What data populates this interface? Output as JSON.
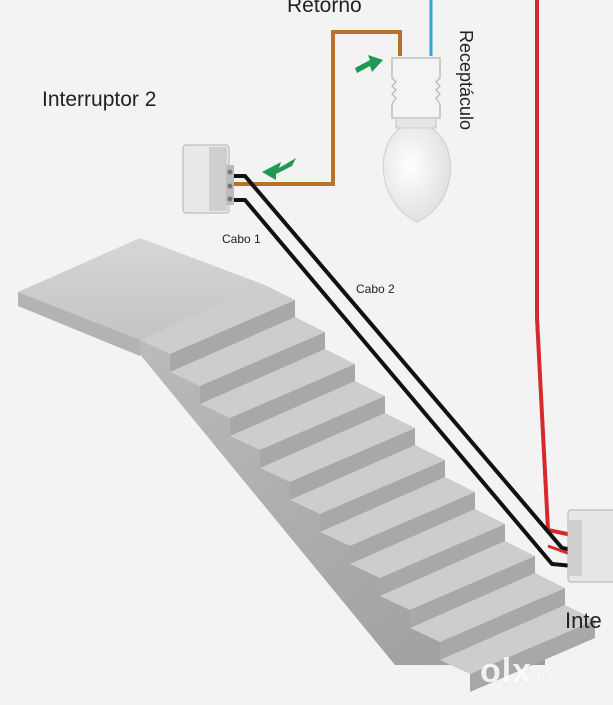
{
  "labels": {
    "retorno": "Retorno",
    "interruptor_2": "Interruptor 2",
    "receptaculo": "Receptáculo",
    "cabo_1": "Cabo 1",
    "cabo_2": "Cabo 2",
    "interruptor_1_partial": "Inte"
  },
  "watermark": {
    "main": "olx",
    "suffix": ".uz"
  },
  "colors": {
    "background": "#f3f3f3",
    "retorno_wire": "#b8732a",
    "phase_wire": "#d8282c",
    "neutral_wire": "#3aa0d8",
    "cable_wire": "#111111",
    "arrow": "#1f9a55",
    "stair_top": "#cfcfcf",
    "stair_front": "#a9a9a9"
  },
  "icons": [
    "lamp-icon",
    "switch-icon",
    "arrow-icon"
  ]
}
